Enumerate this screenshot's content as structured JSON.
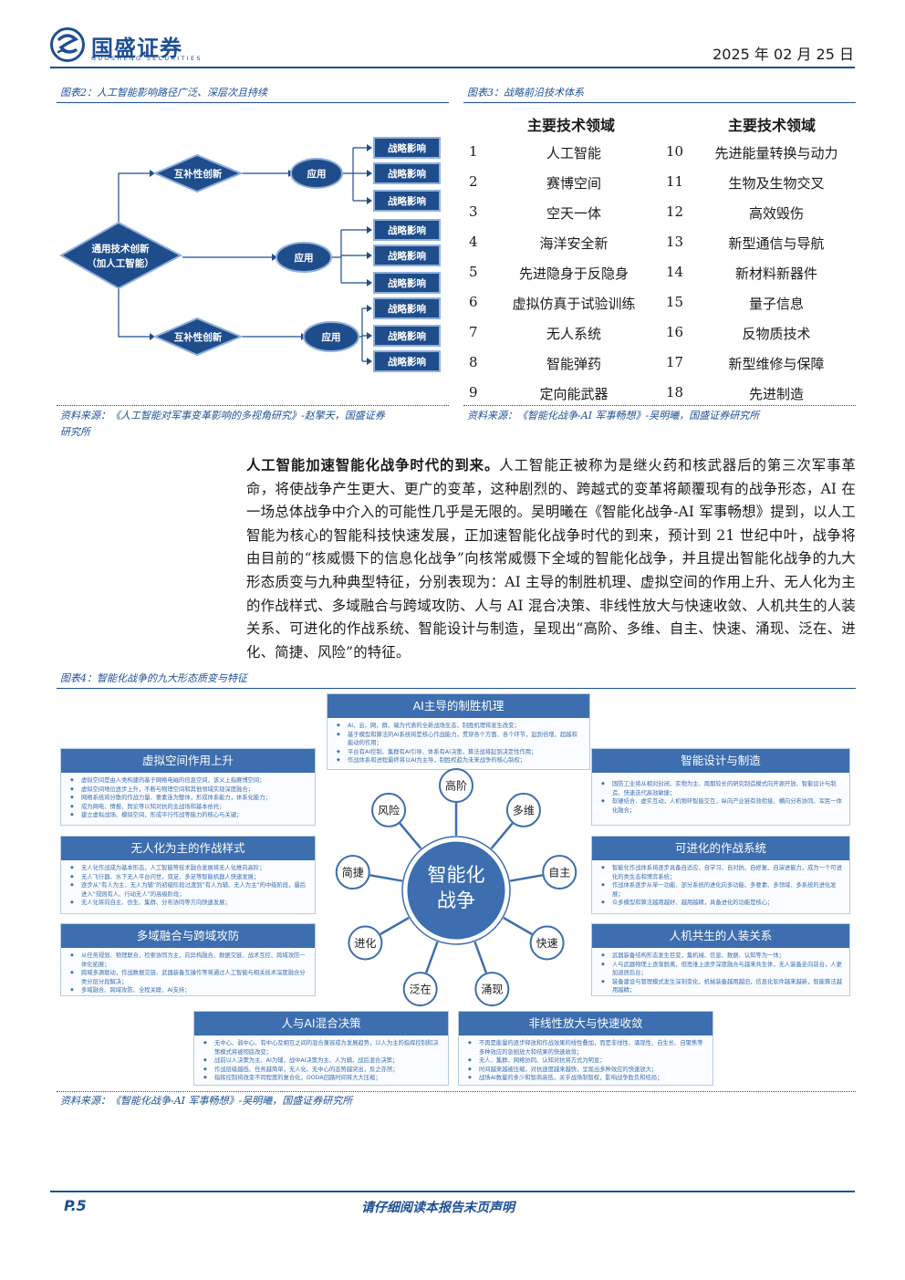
{
  "header": {
    "brand_cn": "国盛证券",
    "brand_en": "GUOSHENG SECURITIES",
    "date": "2025 年 02 月 25 日"
  },
  "fig2": {
    "caption": "图表2：人工智能影响路径广泛、深层次且持续",
    "root": [
      "通用技术创新",
      "（加人工智能）"
    ],
    "branch_top": "互补性创新",
    "branch_bottom": "互补性创新",
    "app_label": "应用",
    "impact_label": "战略影响",
    "source_line1": "资料来源：《人工智能对军事变革影响的多视角研究》-赵擎天，国盛证券",
    "source_line2": "研究所"
  },
  "fig3": {
    "caption": "图表3：战略前沿技术体系",
    "header_left": "主要技术领域",
    "header_right": "主要技术领域",
    "rows": [
      {
        "n1": "1",
        "v1": "人工智能",
        "n2": "10",
        "v2": "先进能量转换与动力"
      },
      {
        "n1": "2",
        "v1": "赛博空间",
        "n2": "11",
        "v2": "生物及生物交叉"
      },
      {
        "n1": "3",
        "v1": "空天一体",
        "n2": "12",
        "v2": "高效毁伤"
      },
      {
        "n1": "4",
        "v1": "海洋安全新",
        "n2": "13",
        "v2": "新型通信与导航"
      },
      {
        "n1": "5",
        "v1": "先进隐身于反隐身",
        "n2": "14",
        "v2": "新材料新器件"
      },
      {
        "n1": "6",
        "v1": "虚拟仿真于试验训练",
        "n2": "15",
        "v2": "量子信息"
      },
      {
        "n1": "7",
        "v1": "无人系统",
        "n2": "16",
        "v2": "反物质技术"
      },
      {
        "n1": "8",
        "v1": "智能弹药",
        "n2": "17",
        "v2": "新型维修与保障"
      },
      {
        "n1": "9",
        "v1": "定向能武器",
        "n2": "18",
        "v2": "先进制造"
      }
    ],
    "source": "资料来源：《智能化战争-AI 军事畅想》-吴明曦，国盛证券研究所"
  },
  "paragraph": {
    "lead": "人工智能加速智能化战争时代的到来。",
    "body": "人工智能正被称为是继火药和核武器后的第三次军事革命，将使战争产生更大、更广的变革，这种剧烈的、跨越式的变革将颠覆现有的战争形态，AI 在一场总体战争中介入的可能性几乎是无限的。吴明曦在《智能化战争-AI 军事畅想》提到，以人工智能为核心的智能科技快速发展，正加速智能化战争时代的到来，预计到 21 世纪中叶，战争将由目前的“核威慑下的信息化战争”向核常威慑下全域的智能化战争，并且提出智能化战争的九大形态质变与九种典型特征，分别表现为：AI 主导的制胜机理、虚拟空间的作用上升、无人化为主的作战样式、多域融合与跨域攻防、人与 AI 混合决策、非线性放大与快速收敛、人机共生的人装关系、可进化的作战系统、智能设计与制造，呈现出“高阶、多维、自主、快速、涌现、泛在、进化、简捷、风险”的特征。"
  },
  "fig4": {
    "caption": "图表4：智能化战争的九大形态质变与特征",
    "center": [
      "智能化",
      "战争"
    ],
    "features": [
      "高阶",
      "多维",
      "自主",
      "快速",
      "涌现",
      "泛在",
      "进化",
      "简捷",
      "风险"
    ],
    "panels": {
      "ai": {
        "title": "AI主导的制胜机理",
        "items": [
          "AI、云、网、群、端为代表的全新战场生态，制胜机理将发生改变；",
          "基于模型和算法的AI系统将是核心作战能力，贯穿各个方面、各个环节，起到倍增、超越和能动的作用；",
          "平台有AI控制、集群有AI引导、体系有AI决策，算法战将起到决定性作用；",
          "作战体系和进程最终将以AI为主导，制胜权趋为未来战争的核心制权；"
        ]
      },
      "virtual": {
        "title": "虚拟空间作用上升",
        "items": [
          "虚拟空间是由人类构建的基于网络电磁的信息空间，该义上指赛博空间；",
          "虚拟空间地位逐步上升，不断与物理空间和其他领域实现深度融合；",
          "网络系统将分散的作战力量、要素连为整体，形成体系能力，体系化能力；",
          "成为网电、情报、舆论等以知对抗的主战场和基本依托；",
          "建立虚拟战场、模拟空间，形成平行作战等能力的核心与关键；"
        ]
      },
      "unmanned": {
        "title": "无人化为主的作战样式",
        "items": [
          "无人化作战成为基本形态，人工智能等技术融合发展将无人化推向高阶；",
          "无人飞行器、水下无人平台问世，双足、多足等智能机器人快速发展；",
          "逐步从“有人为主、无人为辅”的初级阶段过渡到“有人为辅、无人为主”的中级阶段，最后进入“规则有人、行动无人”的高级阶段；",
          "无人化将向自主、仿生、集群、分布协同等方向快速发展；"
        ]
      },
      "multidomain": {
        "title": "多域融合与跨域攻防",
        "items": [
          "从任务规划、物理联合、检索协同为主，向异构融合、数据交链、战术互控、跨域攻防一体化拓展；",
          "跨域多源联动，作战数据交链、武器装备互操作等将通过人工智能与相关技术深度融合分类分层分段解决；",
          "多域融合、跨域攻防、全程关联、AI支持；"
        ]
      },
      "design": {
        "title": "智能设计与制造",
        "items": [
          "国防工业将从相对封闭、实物为主、周期较长的研究制造模式向开源开放、智能设计与制造、快速迭代高效敏捷；",
          "软硬结合、虚实互动，人机物环智能交互，纵向产业链有效衔接、横向分布协同、军民一体化融合；"
        ]
      },
      "evolve": {
        "title": "可进化的作战系统",
        "items": [
          "智能化作战体系将逐步具备自适应、自学习、自对抗、自修复、自演进能力，成为一个可进化的类生态和博弈系统；",
          "作战体系逐步从单一功能、部分系统的进化向多功能、多要素、多领域、多系统的进化发展；",
          "众多模型和算法越用越好、越用越精，具备进化的功能是核心；"
        ]
      },
      "symbiosis": {
        "title": "人机共生的人装关系",
        "items": [
          "武器装备结构形态发生巨变，集机械、信息、数据、认知等为一体；",
          "人与武器物理上逐渐脱离，但思维上逐步深度融合与越来共生体，无人装备走向前台，人更加退居后台；",
          "装备建设与管理模式发生深刻变化，机械装备越用越旧，信息化软件越来越新，智能算法越用越精；"
        ]
      },
      "hybrid": {
        "title": "人与AI混合决策",
        "items": [
          "无中心、弱中心、有中心及相互之间的混合兼容成为发展趋势，以人为主的指挥控制和决策模式将被彻底改变；",
          "战前以人决策为主、AI为辅，战中AI决策为主、人为辅，战后混合决策；",
          "作战层级越低、任务越简单，无人化、无中心的态势越突出，反之亦然；",
          "指挥控制将改变不同程度的复合化，OODA回路时间将大大压缩；"
        ]
      },
      "nonlinear": {
        "title": "非线性放大与快速收敛",
        "items": [
          "不再是能量的逐步释放和作战效果的线性叠加，而是非线性、涌现性、自生长、自聚焦等多种效应的急剧放大和结果的快速收敛；",
          "无人、集群、网络协同、认知对抗将方式为明显；",
          "时间越来越被压缩，对抗速度越来越快，呈现出多种效应的快速放大；",
          "战场AI数量的多少和智商高低，关乎战场制智权，影响战争胜负和结局；"
        ]
      }
    },
    "source": "资料来源：《智能化战争-AI 军事畅想》-吴明曦，国盛证券研究所"
  },
  "footer": {
    "page": "P.5",
    "disclaimer": "请仔细阅读本报告末页声明"
  },
  "colors": {
    "brand": "#1d4f95",
    "panel_title": "#3d6eaf",
    "flow_box": "#1f4d8c",
    "feature_circle": "#3d6eaf"
  }
}
